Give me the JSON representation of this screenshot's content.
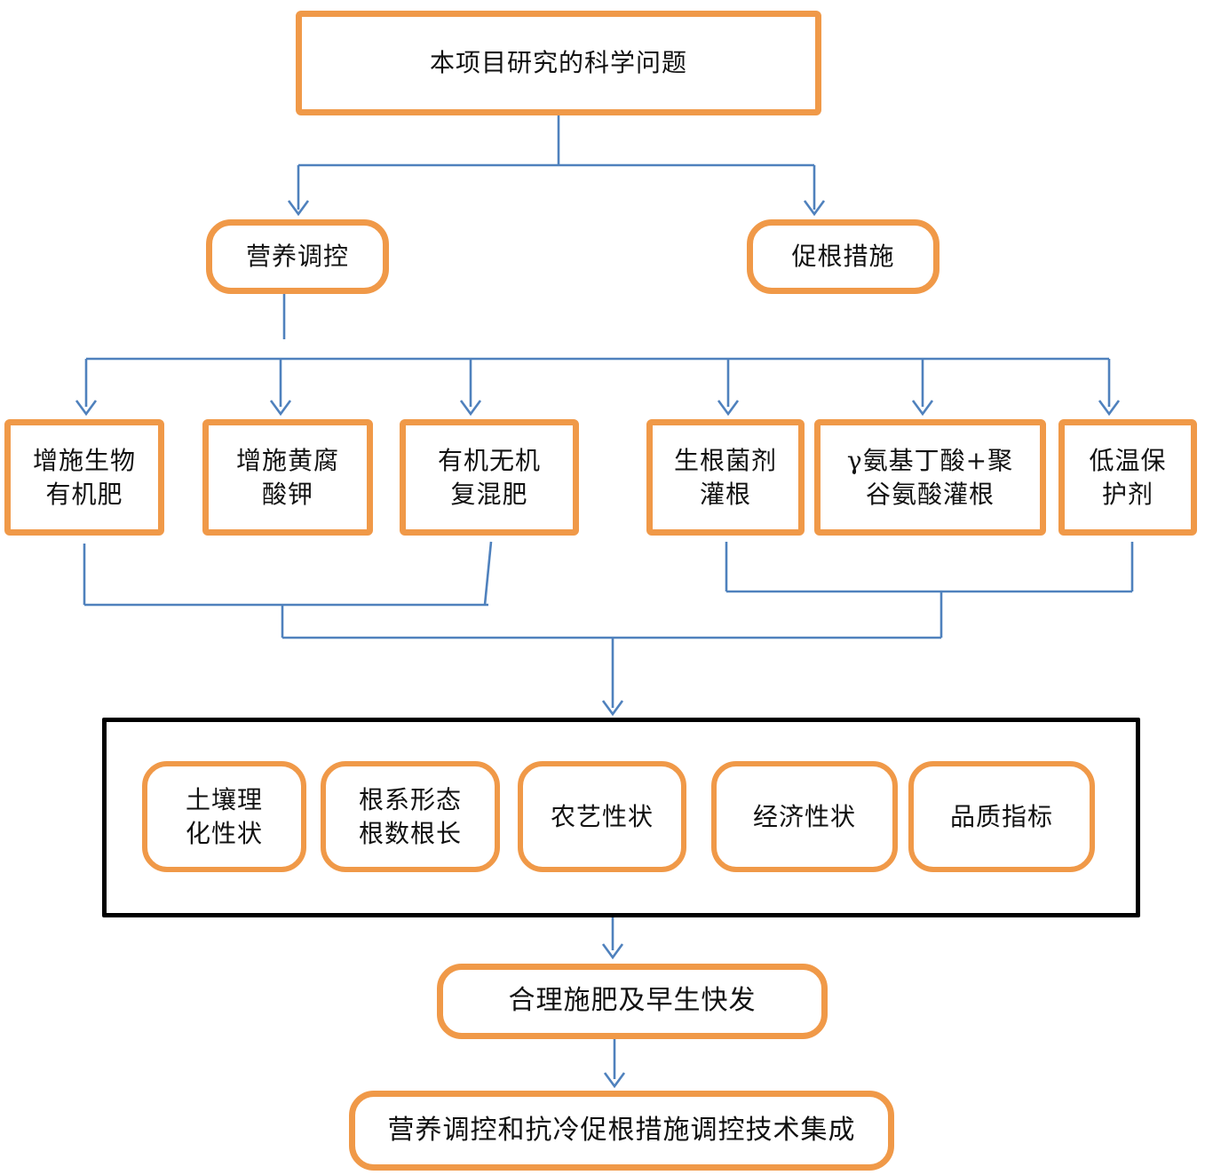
{
  "diagram": {
    "top": {
      "label": "本项目研究的科学问题"
    },
    "branches": [
      {
        "label": "营养调控"
      },
      {
        "label": "促根措施"
      }
    ],
    "measures": [
      {
        "lines": [
          "增施生物",
          "有机肥"
        ]
      },
      {
        "lines": [
          "增施黄腐",
          "酸钾"
        ]
      },
      {
        "lines": [
          "有机无机",
          "复混肥"
        ]
      },
      {
        "lines": [
          "生根菌剂",
          "灌根"
        ]
      },
      {
        "lines": [
          "γ氨基丁酸+聚",
          "谷氨酸灌根"
        ]
      },
      {
        "lines": [
          "低温保",
          "护剂"
        ]
      }
    ],
    "indicators": [
      {
        "lines": [
          "土壤理",
          "化性状"
        ]
      },
      {
        "lines": [
          "根系形态",
          "根数根长"
        ]
      },
      {
        "lines": [
          "农艺性状"
        ]
      },
      {
        "lines": [
          "经济性状"
        ]
      },
      {
        "lines": [
          "品质指标"
        ]
      }
    ],
    "outcome_mid": {
      "label": "合理施肥及早生快发"
    },
    "outcome_final": {
      "label": "营养调控和抗冷促根措施调控技术集成"
    }
  },
  "colors": {
    "node_border": "#F09948",
    "connector": "#4F81BD",
    "panel_border": "#000000",
    "text": "#111111",
    "background": "#FFFFFF"
  }
}
